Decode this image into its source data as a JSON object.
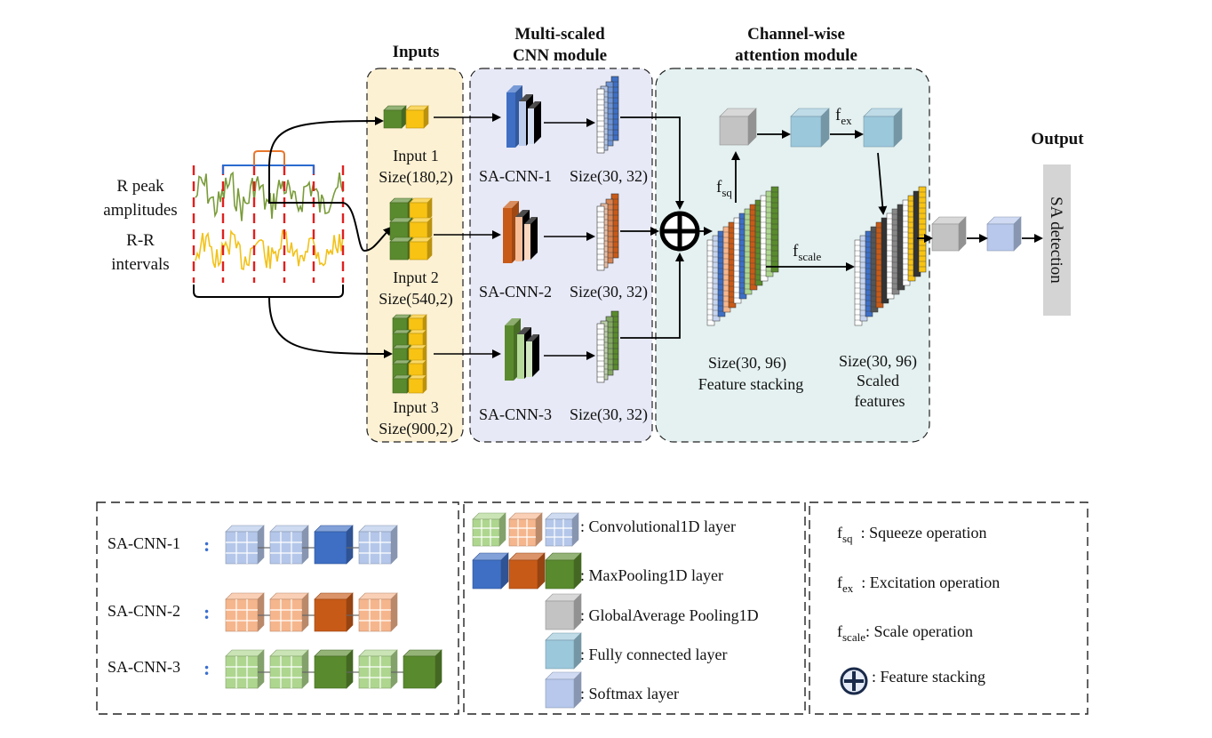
{
  "colors": {
    "inputs_panel": "#fdf1d3",
    "cnn_panel": "#e7e9f6",
    "attention_panel": "#e4f1f0",
    "green_dark": "#5a8a2e",
    "green_light": "#aed68f",
    "blue_dark": "#3e6fc4",
    "blue_light": "#b4c7ea",
    "orange_dark": "#c85a18",
    "orange_light": "#f6b68d",
    "yellow": "#f8c313",
    "gap": "#c3c3c3",
    "fc": "#9cc8dc",
    "softmax": "#b7c8ec",
    "output_bar": "#d4d4d4"
  },
  "headings": {
    "inputs": "Inputs",
    "cnn_line1": "Multi-scaled",
    "cnn_line2": "CNN module",
    "att_line1": "Channel-wise",
    "att_line2": "attention module",
    "output": "Output"
  },
  "signal": {
    "label_rpeak_1": "R peak",
    "label_rpeak_2": "amplitudes",
    "label_rr_1": "R-R",
    "label_rr_2": "intervals"
  },
  "inputs": [
    {
      "name": "Input 1",
      "size": "Size(180,2)"
    },
    {
      "name": "Input 2",
      "size": "Size(540,2)"
    },
    {
      "name": "Input 3",
      "size": "Size(900,2)"
    }
  ],
  "cnn": [
    {
      "name": "SA-CNN-1",
      "size": "Size(30, 32)",
      "icon": "blue"
    },
    {
      "name": "SA-CNN-2",
      "size": "Size(30, 32)",
      "icon": "orange"
    },
    {
      "name": "SA-CNN-3",
      "size": "Size(30, 32)",
      "icon": "green"
    }
  ],
  "attention": {
    "f_sq": "f",
    "f_sq_sub": "sq",
    "f_ex": "f",
    "f_ex_sub": "ex",
    "f_scale": "f",
    "f_scale_sub": "scale",
    "stack_size": "Size(30, 96)",
    "stack_caption": "Feature stacking",
    "scaled_size": "Size(30, 96)",
    "scaled_caption_1": "Scaled",
    "scaled_caption_2": "features"
  },
  "output_label": "SA detection",
  "legend_left": [
    {
      "label": "SA-CNN-1",
      "colon": ":"
    },
    {
      "label": "SA-CNN-2",
      "colon": ":"
    },
    {
      "label": "SA-CNN-3",
      "colon": ":"
    }
  ],
  "legend_mid": [
    {
      "label": ": Convolutional1D layer"
    },
    {
      "label": ": MaxPooling1D layer"
    },
    {
      "label": ": GlobalAverage Pooling1D"
    },
    {
      "label": ": Fully connected layer"
    },
    {
      "label": ": Softmax layer"
    }
  ],
  "legend_right": [
    {
      "sym": "f",
      "sub": "sq",
      "label": "  : Squeeze operation"
    },
    {
      "sym": "f",
      "sub": "ex",
      "label": "  : Excitation operation"
    },
    {
      "sym": "f",
      "sub": "scale",
      "label": ": Scale operation"
    },
    {
      "sym": "",
      "sub": "",
      "label": ": Feature stacking"
    }
  ]
}
